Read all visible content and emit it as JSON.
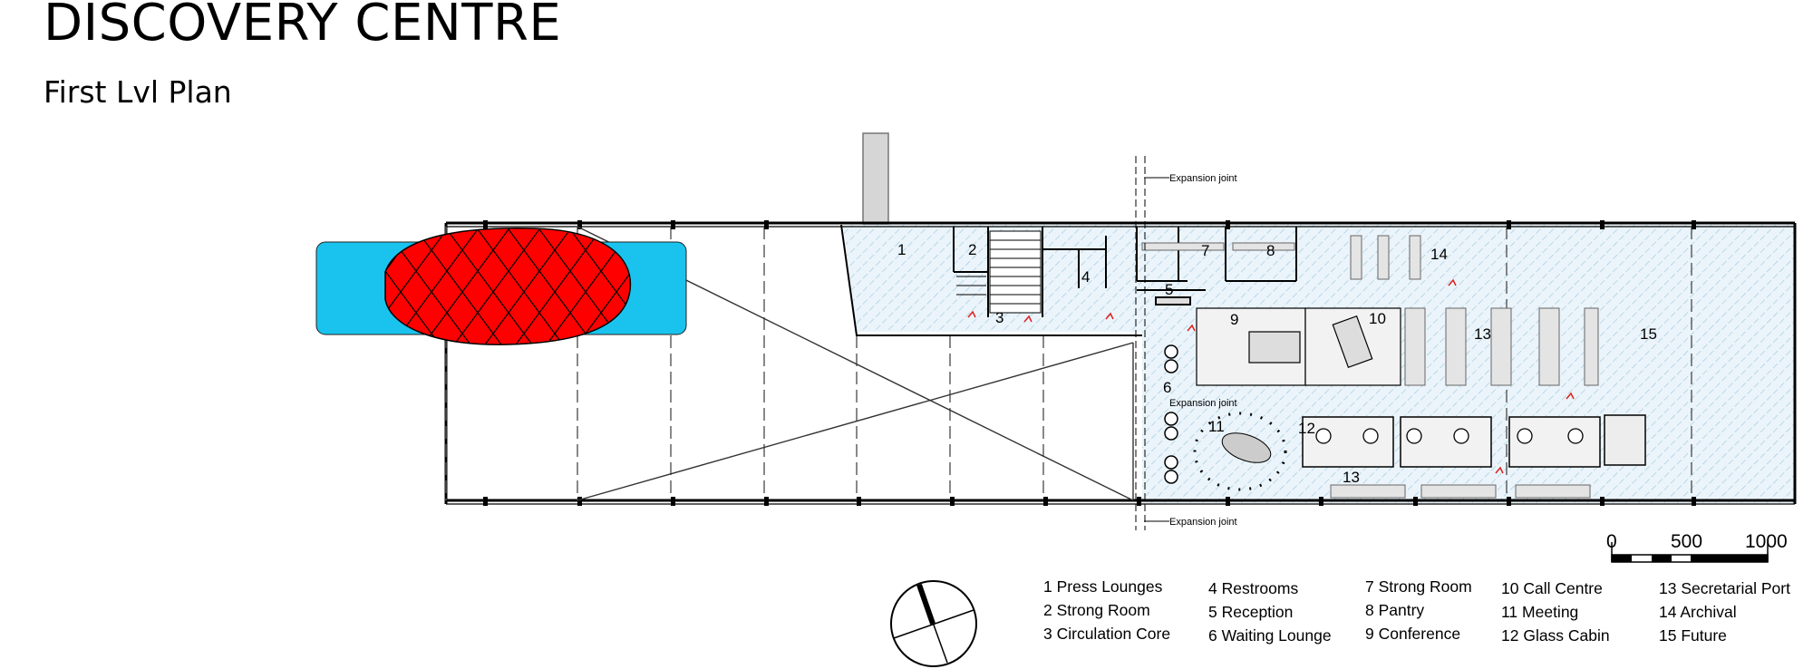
{
  "header": {
    "title": "DISCOVERY CENTRE",
    "subtitle": "First Lvl Plan"
  },
  "plan": {
    "room_numbers": [
      "1",
      "2",
      "3",
      "4",
      "5",
      "6",
      "7",
      "8",
      "9",
      "10",
      "11",
      "12",
      "13",
      "13",
      "14",
      "15"
    ],
    "expansion_joint_label": "Expansion joint"
  },
  "scale_bar": {
    "labels": [
      "0",
      "500",
      "1000"
    ]
  },
  "legend": {
    "columns": [
      [
        "1 Press Lounges",
        "2 Strong Room",
        "3 Circulation Core"
      ],
      [
        "4 Restrooms",
        "5 Reception",
        "6 Waiting Lounge"
      ],
      [
        "7 Strong Room",
        "8 Pantry",
        "9 Conference"
      ],
      [
        "10 Call Centre",
        "11 Meeting",
        "12 Glass Cabin"
      ],
      [
        "13 Secretarial Port",
        "14 Archival",
        "15 Future"
      ]
    ]
  },
  "colors": {
    "pool": "#19c3ee",
    "pod": "#ff0000",
    "floor_hatch": "#cfe6f2",
    "walls": "#000000",
    "furniture": "#d9d9d9"
  }
}
